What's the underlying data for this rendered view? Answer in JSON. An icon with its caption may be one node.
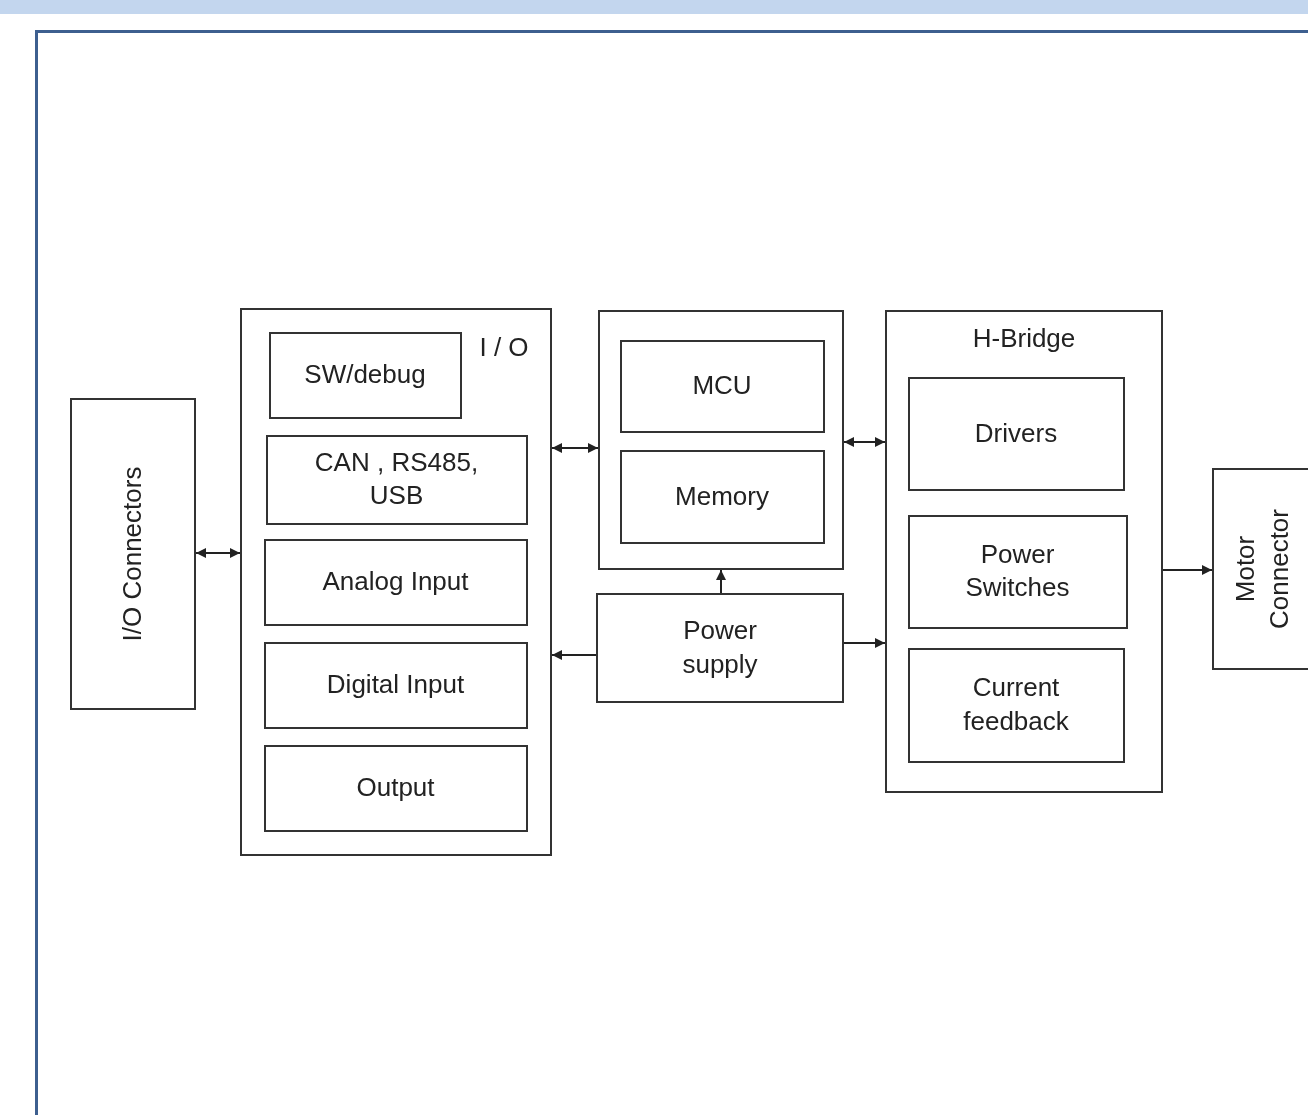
{
  "diagram": {
    "nodes": [
      {
        "text": [
          "I/O Connectors"
        ]
      },
      {
        "text": [
          "I / O"
        ]
      },
      {
        "text": [
          "SW/debug"
        ],
        "in": 1
      },
      {
        "text": [
          "CAN , RS485, USB"
        ],
        "in": 1
      },
      {
        "text": [
          "Analog Input"
        ],
        "in": 1
      },
      {
        "text": [
          "Digital Input"
        ],
        "in": 1
      },
      {
        "text": [
          "Output"
        ],
        "in": 1
      },
      {
        "text": [],
        "shape": "box"
      },
      {
        "text": [
          "MCU"
        ],
        "in": 7
      },
      {
        "text": [
          "Memory"
        ],
        "in": 7
      },
      {
        "text": [
          "Power supply"
        ]
      },
      {
        "text": [
          "H-Bridge"
        ]
      },
      {
        "text": [
          "Drivers"
        ],
        "in": 11
      },
      {
        "text": [
          "Power Switches"
        ],
        "in": 11
      },
      {
        "text": [
          "Current feedback"
        ],
        "in": 11
      },
      {
        "text": [
          "Motor Connector"
        ]
      }
    ],
    "edges": [
      {
        "from": 0,
        "to": 1,
        "arrow": "both"
      },
      {
        "from": 1,
        "to": 7,
        "arrow": "both"
      },
      {
        "from": 7,
        "to": 11,
        "arrow": "both"
      },
      {
        "from": 10,
        "to": 7,
        "arrow": "to"
      },
      {
        "from": 10,
        "to": 1,
        "arrow": "to"
      },
      {
        "from": 10,
        "to": 11,
        "arrow": "to"
      },
      {
        "from": 11,
        "to": 15,
        "arrow": "to"
      }
    ]
  }
}
